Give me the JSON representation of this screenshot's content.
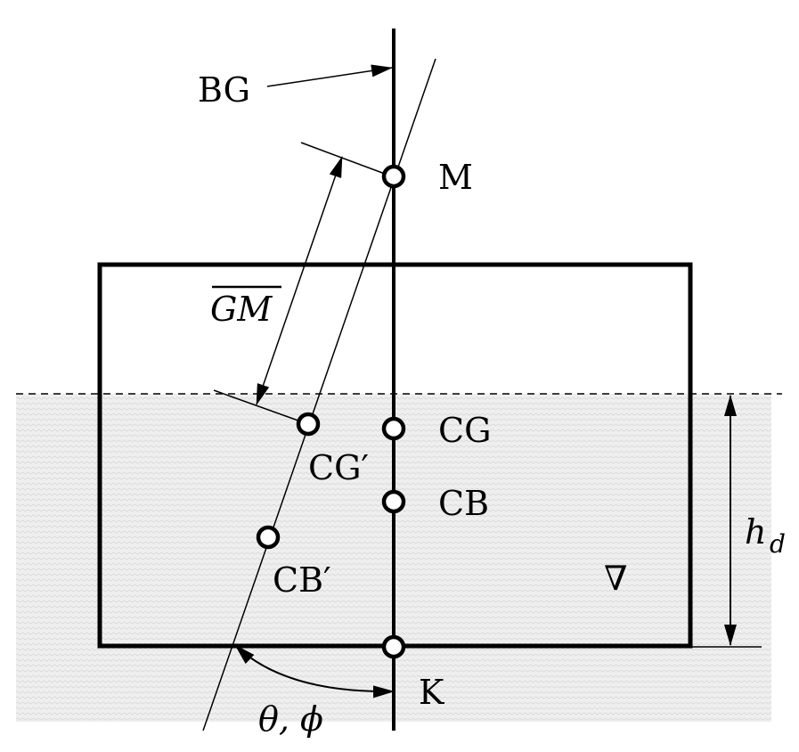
{
  "labels": {
    "bg": "BG",
    "m": "M",
    "gm": "GM",
    "cg": "CG",
    "cb": "CB",
    "cg_prime": "CG′",
    "cb_prime": "CB′",
    "k": "K",
    "angle": "θ, ϕ",
    "draft_h": "h",
    "draft_sub": "d",
    "volume": "∇"
  },
  "colors": {
    "stroke": "#000000",
    "water": "#ececec",
    "water_texture": "#d8d8d8"
  }
}
